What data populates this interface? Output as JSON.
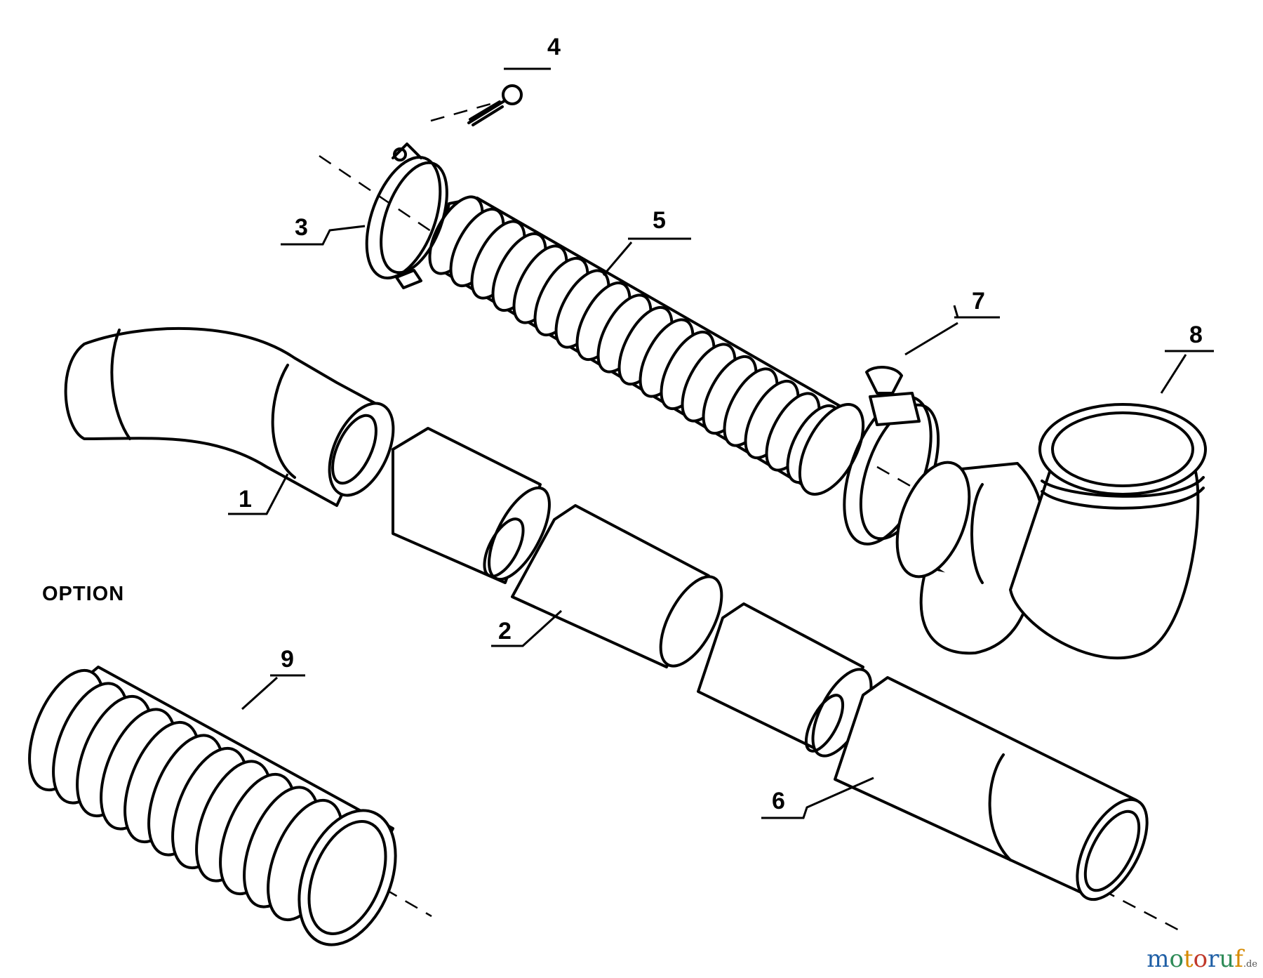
{
  "option_label": "OPTION",
  "callouts": [
    "1",
    "2",
    "3",
    "4",
    "5",
    "6",
    "7",
    "8",
    "9"
  ],
  "watermark": {
    "letters": [
      {
        "ch": "m",
        "color": "#1f5fa6"
      },
      {
        "ch": "o",
        "color": "#2e8b57"
      },
      {
        "ch": "t",
        "color": "#d68a00"
      },
      {
        "ch": "o",
        "color": "#c0392b"
      },
      {
        "ch": "r",
        "color": "#1f5fa6"
      },
      {
        "ch": "u",
        "color": "#2e8b57"
      },
      {
        "ch": "f",
        "color": "#d68a00"
      }
    ],
    "tld": ".de"
  }
}
